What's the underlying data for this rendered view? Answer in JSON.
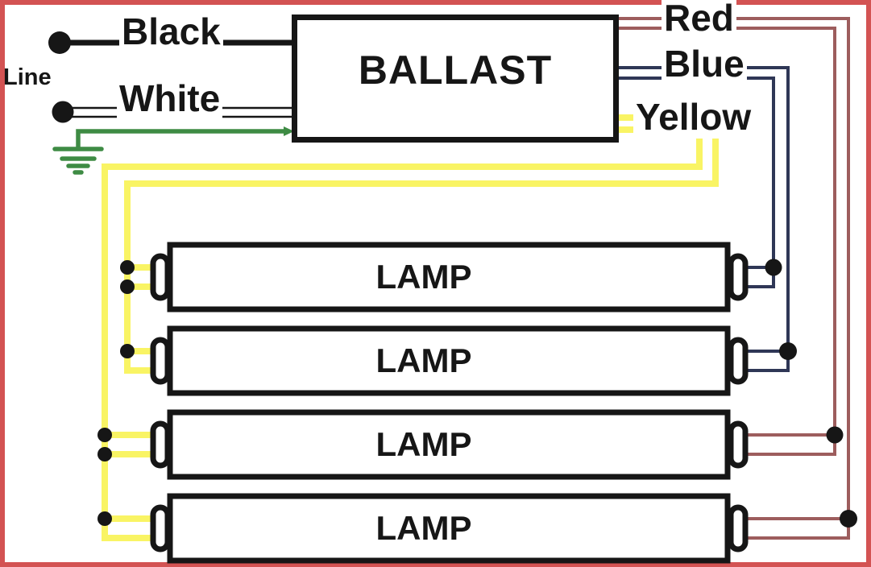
{
  "diagram": {
    "labels": {
      "line": "Line",
      "black": "Black",
      "white": "White",
      "ballast": "BALLAST",
      "red": "Red",
      "blue": "Blue",
      "yellow": "Yellow"
    },
    "lamps": [
      {
        "label": "LAMP"
      },
      {
        "label": "LAMP"
      },
      {
        "label": "LAMP"
      },
      {
        "label": "LAMP"
      }
    ],
    "colors": {
      "border": "#d35353",
      "black": "#161616",
      "green": "#3e8b44",
      "yellow": "#f9f464",
      "red": "#9d5d5d",
      "blue": "#2f3756",
      "white_wire": "#ffffff"
    }
  }
}
